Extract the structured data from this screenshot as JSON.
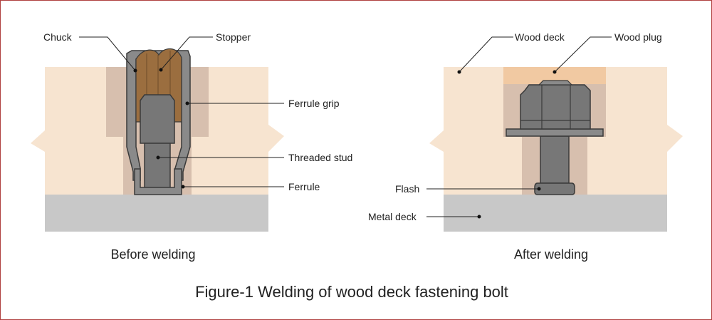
{
  "figure": {
    "title": "Figure-1 Welding of wood deck fastening bolt",
    "before": {
      "caption": "Before welding",
      "labels": {
        "chuck": "Chuck",
        "stopper": "Stopper",
        "ferrule_grip": "Ferrule grip",
        "threaded_stud": "Threaded stud",
        "ferrule": "Ferrule"
      }
    },
    "after": {
      "caption": "After welding",
      "labels": {
        "wood_deck": "Wood deck",
        "wood_plug": "Wood plug",
        "flash": "Flash",
        "metal_deck": "Metal deck"
      }
    }
  },
  "colors": {
    "wood_light": "#f7e4d0",
    "wood_recess": "#d7bfae",
    "wood_plug": "#f1c9a2",
    "metal_deck": "#c8c8c8",
    "steel": "#777777",
    "steel_dark": "#3a3a3a",
    "stopper_brown": "#9b6e3f",
    "border": "#b0403f"
  }
}
